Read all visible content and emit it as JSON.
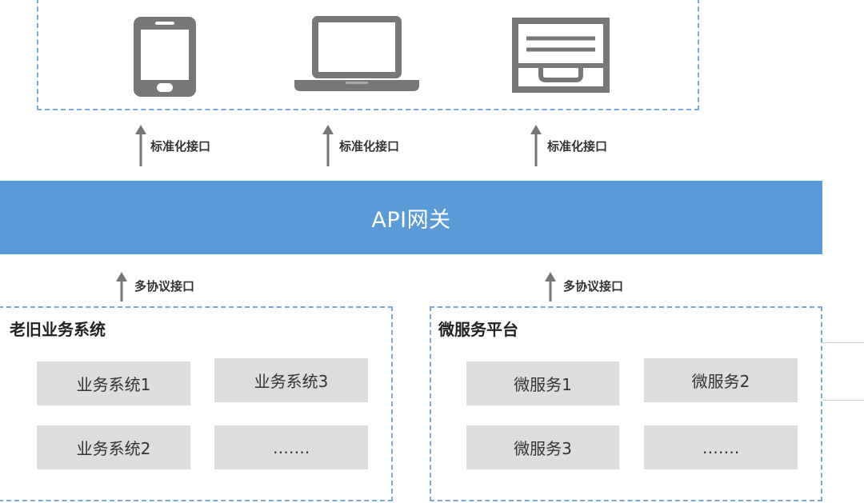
{
  "clients": {
    "icons": [
      "mobile-phone-icon",
      "laptop-icon",
      "web-page-icon"
    ],
    "icon_color": "#777777",
    "border_color": "#7aa8dd"
  },
  "top_arrows": {
    "labels": [
      "标准化接口",
      "标准化接口",
      "标准化接口"
    ]
  },
  "gateway": {
    "label": "API网关",
    "color": "#5b9bd8"
  },
  "bottom_arrows": {
    "labels": [
      "多协议接口",
      "多协议接口"
    ]
  },
  "legacy": {
    "title": "老旧业务系统",
    "cells": [
      "业务系统1",
      "业务系统3",
      "业务系统2",
      "……."
    ]
  },
  "micro": {
    "title": "微服务平台",
    "cells": [
      "微服务1",
      "微服务2",
      "微服务3",
      "……."
    ]
  }
}
